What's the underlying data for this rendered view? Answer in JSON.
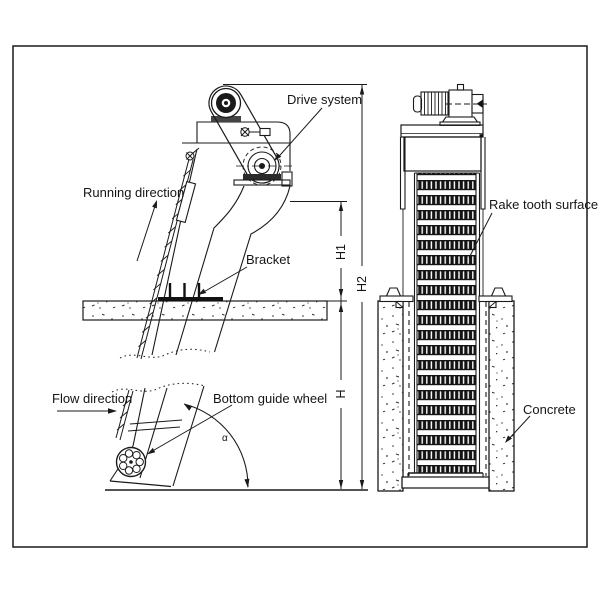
{
  "labels": {
    "drive_system": "Drive system",
    "running_direction": "Running direction",
    "bracket": "Bracket",
    "flow_direction": "Flow direction",
    "bottom_guide_wheel": "Bottom guide wheel",
    "rake_tooth_surface": "Rake tooth surface",
    "concrete": "Concrete"
  },
  "dimensions": {
    "h1": "H1",
    "h2": "H2",
    "h": "H",
    "angle_marker": "α"
  },
  "colors": {
    "line": "#1a1a1a",
    "background": "#ffffff",
    "teeth_fill": "#141414"
  }
}
